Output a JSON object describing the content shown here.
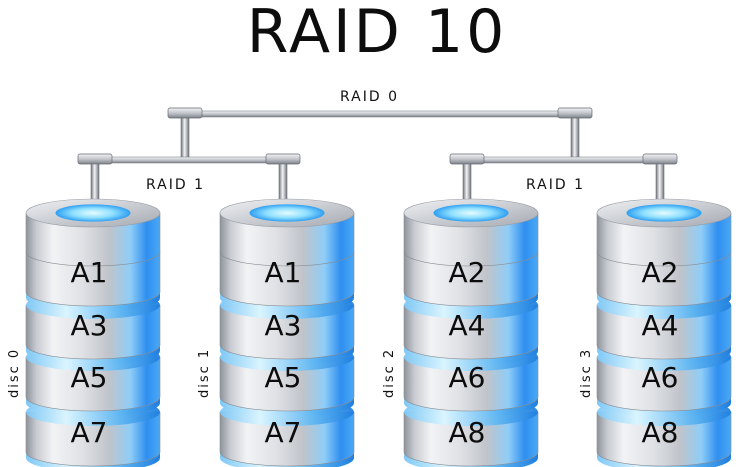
{
  "title": "RAID 10",
  "stripe_label": "RAID 0",
  "mirrors": [
    {
      "label": "RAID 1"
    },
    {
      "label": "RAID 1"
    }
  ],
  "disks": [
    {
      "label": "disc 0",
      "blocks": [
        "A1",
        "A3",
        "A5",
        "A7"
      ]
    },
    {
      "label": "disc 1",
      "blocks": [
        "A1",
        "A3",
        "A5",
        "A7"
      ]
    },
    {
      "label": "disc 2",
      "blocks": [
        "A2",
        "A4",
        "A6",
        "A8"
      ]
    },
    {
      "label": "disc 3",
      "blocks": [
        "A2",
        "A4",
        "A6",
        "A8"
      ]
    }
  ],
  "colors": {
    "accent": "#2f8ff0",
    "glow": "#9fe6ff",
    "metal": "#b9bcc3",
    "pipe": "#8a8d92"
  }
}
